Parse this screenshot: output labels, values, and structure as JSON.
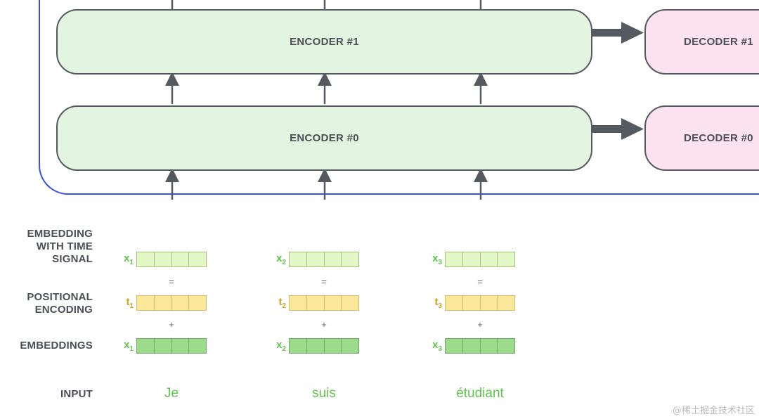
{
  "encoders": [
    {
      "label": "ENCODER #1"
    },
    {
      "label": "ENCODER #0"
    }
  ],
  "decoders": [
    {
      "label": "DECODER #1"
    },
    {
      "label": "DECODER #0"
    }
  ],
  "row_labels": {
    "embedding_time": [
      "EMBEDDING",
      "WITH TIME",
      "SIGNAL"
    ],
    "positional": [
      "POSITIONAL",
      "ENCODING"
    ],
    "embeddings": "EMBEDDINGS",
    "input": "INPUT"
  },
  "tokens": [
    {
      "word": "Je",
      "x_sym": "x",
      "t_sym": "t",
      "sub": "1"
    },
    {
      "word": "suis",
      "x_sym": "x",
      "t_sym": "t",
      "sub": "2"
    },
    {
      "word": "étudiant",
      "x_sym": "x",
      "t_sym": "t",
      "sub": "3"
    }
  ],
  "operators": {
    "equals": "=",
    "plus": "+"
  },
  "watermark": "@稀土掘金技术社区",
  "colors": {
    "frame": "#3b52e0",
    "encoder_fill": "#e3f5e1",
    "decoder_fill": "#fde3ef",
    "time_vector": "#e4f7c6",
    "positional_vector": "#fbe79a",
    "embedding_vector": "#9cdb8b",
    "symbol_green": "#5fc44c",
    "symbol_gold": "#c9a324"
  }
}
